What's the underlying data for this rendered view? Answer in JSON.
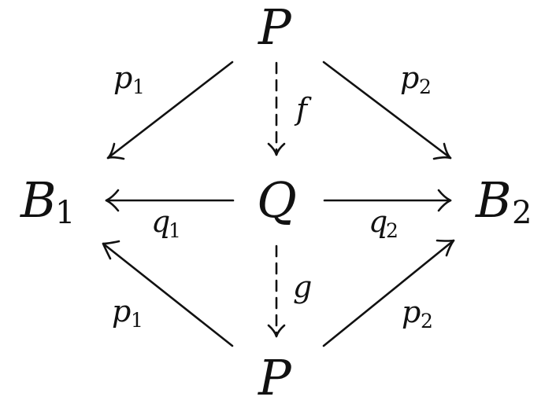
{
  "diagram": {
    "nodes": {
      "top_p": {
        "main": "P",
        "sub": ""
      },
      "left_b1": {
        "main": "B",
        "sub": "1"
      },
      "center_q": {
        "main": "Q",
        "sub": ""
      },
      "right_b2": {
        "main": "B",
        "sub": "2"
      },
      "bottom_p": {
        "main": "P",
        "sub": ""
      }
    },
    "arrows": {
      "top_to_b1": {
        "main": "p",
        "sub": "1",
        "style": "solid"
      },
      "top_to_b2": {
        "main": "p",
        "sub": "2",
        "style": "solid"
      },
      "top_to_q": {
        "main": "f",
        "sub": "",
        "style": "dashed"
      },
      "q_to_b1": {
        "main": "q",
        "sub": "1",
        "style": "solid"
      },
      "q_to_b2": {
        "main": "q",
        "sub": "2",
        "style": "solid"
      },
      "q_to_bottom": {
        "main": "g",
        "sub": "",
        "style": "dashed"
      },
      "bottom_to_b1": {
        "main": "p",
        "sub": "1",
        "style": "solid"
      },
      "bottom_to_b2": {
        "main": "p",
        "sub": "2",
        "style": "solid"
      }
    }
  }
}
